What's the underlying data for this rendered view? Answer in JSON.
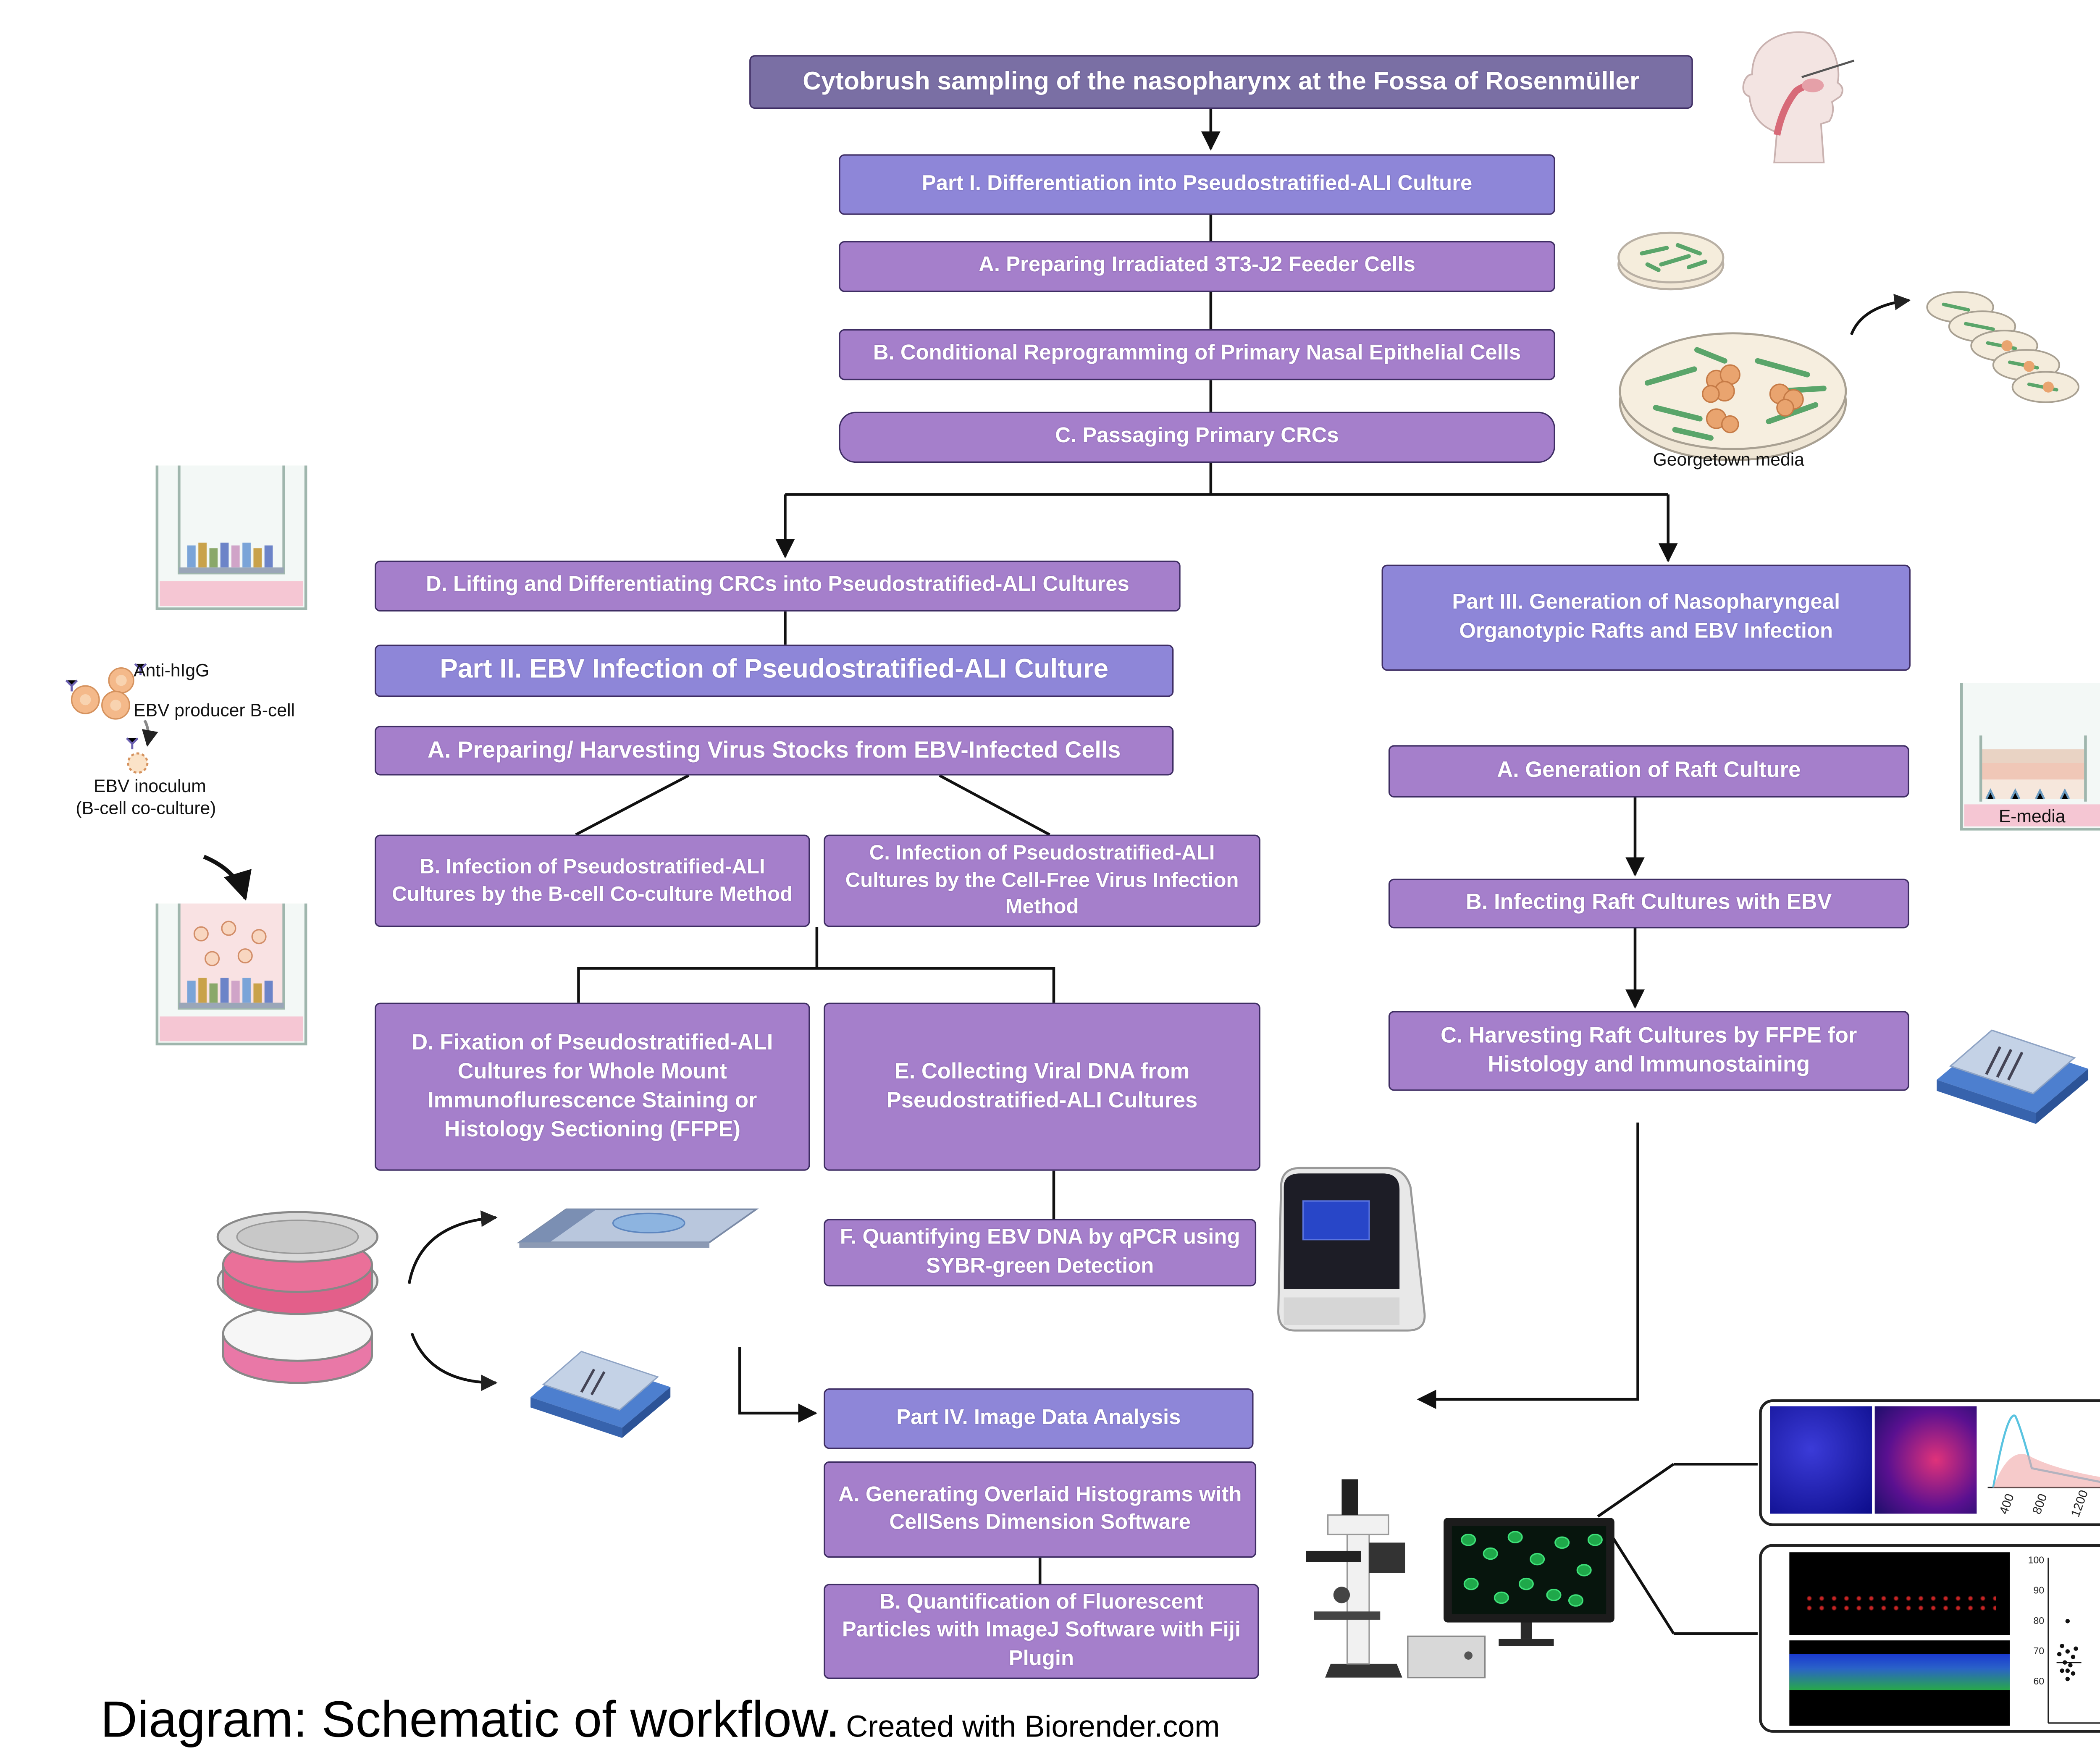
{
  "flow": {
    "top": "Cytobrush sampling of the nasopharynx at the Fossa of Rosenmüller",
    "part1": {
      "title": "Part I. Differentiation into Pseudostratified-ALI Culture",
      "a": "A. Preparing Irradiated 3T3-J2 Feeder Cells",
      "b": "B. Conditional Reprogramming of Primary Nasal Epithelial Cells",
      "c": "C. Passaging Primary CRCs",
      "d": "D. Lifting and Differentiating CRCs into Pseudostratified-ALI Cultures"
    },
    "part2": {
      "title": "Part II. EBV Infection of Pseudostratified-ALI Culture",
      "a": "A. Preparing/ Harvesting Virus Stocks from EBV-Infected Cells",
      "b": "B. Infection of Pseudostratified-ALI Cultures by the B-cell Co-culture Method",
      "c": "C. Infection of Pseudostratified-ALI Cultures by the Cell-Free Virus Infection Method",
      "d": "D. Fixation of Pseudostratified-ALI Cultures for Whole Mount Immunoflurescence Staining or Histology Sectioning (FFPE)",
      "e": "E. Collecting Viral DNA from Pseudostratified-ALI Cultures",
      "f": "F. Quantifying EBV DNA by qPCR using SYBR-green Detection"
    },
    "part3": {
      "title": "Part III. Generation of Nasopharyngeal Organotypic Rafts and EBV Infection",
      "a": "A. Generation of Raft Culture",
      "b": "B. Infecting Raft Cultures with EBV",
      "c": "C. Harvesting Raft Cultures by FFPE for Histology and Immunostaining"
    },
    "part4": {
      "title": "Part IV. Image Data Analysis",
      "a": "A. Generating Overlaid Histograms with CellSens Dimension Software",
      "b": "B. Quantification of Fluorescent Particles with ImageJ Software with Fiji Plugin"
    }
  },
  "labels": {
    "georgetown": "Georgetown media",
    "anti_higg": "Anti-hIgG",
    "ebv_producer": "EBV producer B-cell",
    "ebv_inoculum": "EBV inoculum",
    "ebv_inoculum_sub": "(B-cell co-culture)",
    "e_media": "E-media",
    "hist_ticks": [
      "400",
      "800",
      "1200"
    ],
    "plot_ticks": [
      "100",
      "90",
      "80",
      "70",
      "60"
    ]
  },
  "caption": {
    "main": "Diagram: Schematic of workflow.",
    "credit": "Created with Biorender.com"
  },
  "colors": {
    "part_box": "#8e86d8",
    "step_box": "#a57fcb",
    "top_box": "#7a6fa4",
    "border": "#3e2d63"
  }
}
